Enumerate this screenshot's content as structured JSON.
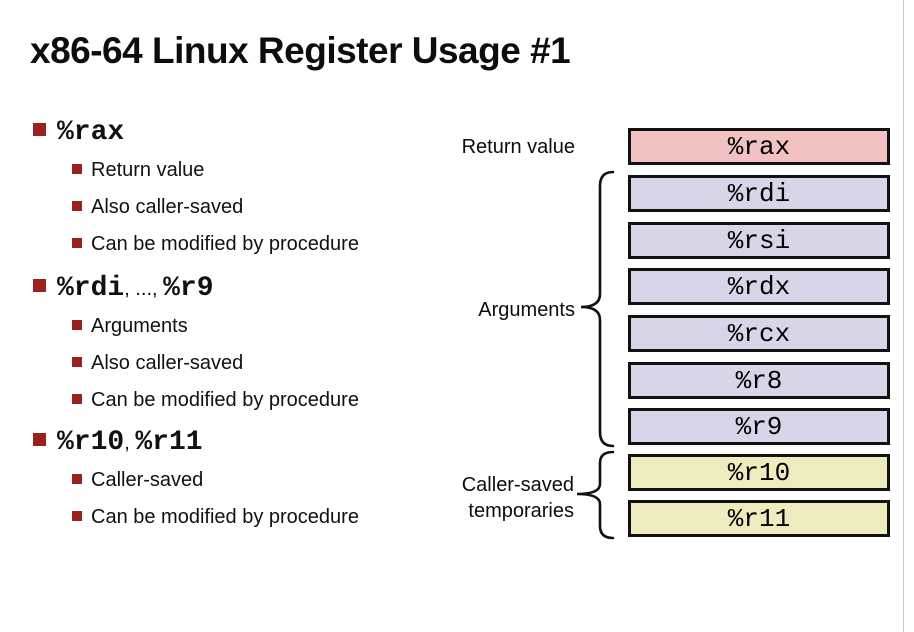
{
  "slide": {
    "title": "x86-64 Linux Register Usage #1"
  },
  "bullets": {
    "sections": [
      {
        "parts": [
          "%rax"
        ],
        "items": [
          "Return value",
          "Also caller-saved",
          "Can be modified by procedure"
        ]
      },
      {
        "parts": [
          "%rdi",
          ", ..., ",
          "%r9"
        ],
        "items": [
          "Arguments",
          "Also caller-saved",
          "Can be modified by procedure"
        ]
      },
      {
        "parts": [
          "%r10",
          ", ",
          "%r11"
        ],
        "items": [
          "Caller-saved",
          "Can be modified by procedure"
        ]
      }
    ]
  },
  "diagram": {
    "labels": {
      "return_value": "Return value",
      "arguments": "Arguments",
      "caller_saved_line1": "Caller-saved",
      "caller_saved_line2": "temporaries"
    },
    "registers": [
      {
        "name": "%rax",
        "group": "return-value"
      },
      {
        "name": "%rdi",
        "group": "argument"
      },
      {
        "name": "%rsi",
        "group": "argument"
      },
      {
        "name": "%rdx",
        "group": "argument"
      },
      {
        "name": "%rcx",
        "group": "argument"
      },
      {
        "name": "%r8",
        "group": "argument"
      },
      {
        "name": "%r9",
        "group": "argument"
      },
      {
        "name": "%r10",
        "group": "caller-saved-temporary"
      },
      {
        "name": "%r11",
        "group": "caller-saved-temporary"
      }
    ],
    "colors": {
      "return_value_fill": "#f2c1c1",
      "argument_fill": "#d6d6e8",
      "caller_saved_fill": "#eeecbe",
      "box_border": "#111111"
    }
  },
  "accent": {
    "bullet_color": "#9b2020"
  }
}
